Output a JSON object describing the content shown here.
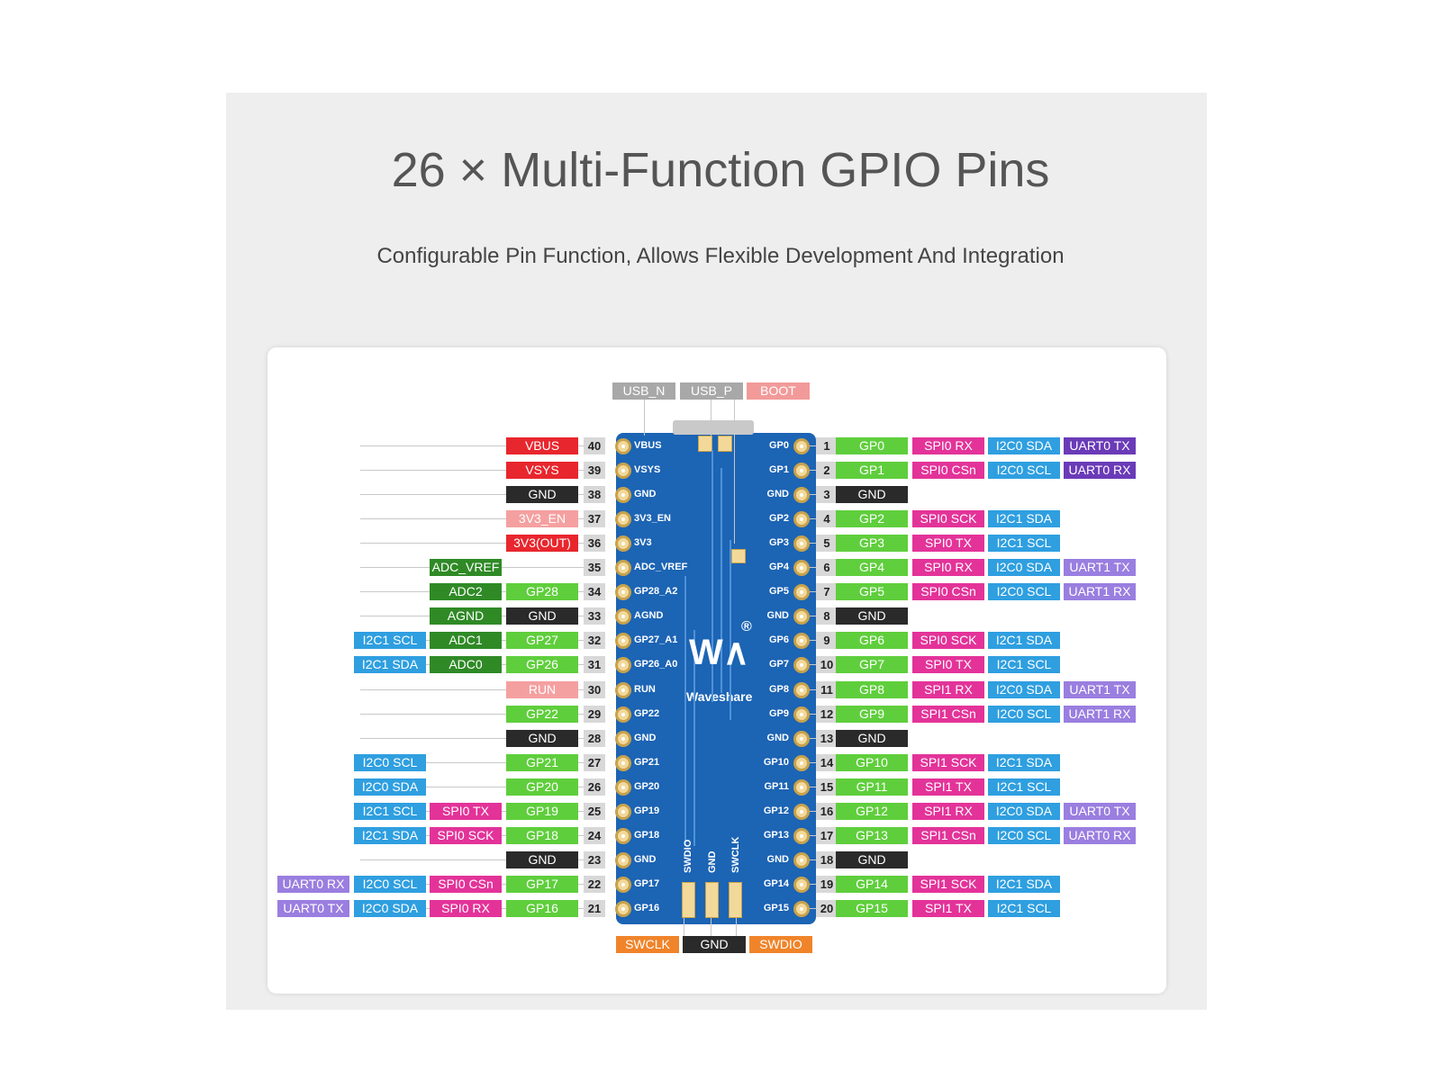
{
  "title": "26 × Multi-Function GPIO Pins",
  "subtitle": "Configurable Pin Function, Allows Flexible Development And Integration",
  "colors": {
    "power": "#e8262d",
    "power_light": "#f5a0a0",
    "gnd": "#2a2a2a",
    "gpio": "#5fce3c",
    "adc": "#2f8a26",
    "spi": "#e33399",
    "i2c": "#2f9fe0",
    "uart": "#9a7ee0",
    "uart_dark": "#6a3bb8",
    "swd": "#f0842a",
    "usb": "#a8a8a8",
    "boot": "#f29a9a"
  },
  "top_labels": [
    {
      "text": "USB_N",
      "color": "usb"
    },
    {
      "text": "USB_P",
      "color": "usb"
    },
    {
      "text": "BOOT",
      "color": "boot"
    }
  ],
  "bottom_labels": [
    {
      "text": "SWCLK",
      "color": "swd"
    },
    {
      "text": "GND",
      "color": "gnd"
    },
    {
      "text": "SWDIO",
      "color": "swd"
    }
  ],
  "left_pins": [
    {
      "num": "40",
      "silk": "VBUS",
      "labels": [
        {
          "text": "VBUS",
          "color": "power",
          "col": 0
        }
      ]
    },
    {
      "num": "39",
      "silk": "VSYS",
      "labels": [
        {
          "text": "VSYS",
          "color": "power",
          "col": 0
        }
      ]
    },
    {
      "num": "38",
      "silk": "GND",
      "labels": [
        {
          "text": "GND",
          "color": "gnd",
          "col": 0
        }
      ]
    },
    {
      "num": "37",
      "silk": "3V3_EN",
      "labels": [
        {
          "text": "3V3_EN",
          "color": "power_light",
          "col": 0
        }
      ]
    },
    {
      "num": "36",
      "silk": "3V3",
      "labels": [
        {
          "text": "3V3(OUT)",
          "color": "power",
          "col": 0
        }
      ]
    },
    {
      "num": "35",
      "silk": "ADC_VREF",
      "labels": [
        {
          "text": "ADC_VREF",
          "color": "adc",
          "col": 1
        }
      ]
    },
    {
      "num": "34",
      "silk": "GP28_A2",
      "labels": [
        {
          "text": "GP28",
          "color": "gpio",
          "col": 0
        },
        {
          "text": "ADC2",
          "color": "adc",
          "col": 1
        }
      ]
    },
    {
      "num": "33",
      "silk": "AGND",
      "labels": [
        {
          "text": "GND",
          "color": "gnd",
          "col": 0
        },
        {
          "text": "AGND",
          "color": "adc",
          "col": 1
        }
      ]
    },
    {
      "num": "32",
      "silk": "GP27_A1",
      "labels": [
        {
          "text": "GP27",
          "color": "gpio",
          "col": 0
        },
        {
          "text": "ADC1",
          "color": "adc",
          "col": 1
        },
        {
          "text": "I2C1 SCL",
          "color": "i2c",
          "col": 2
        }
      ]
    },
    {
      "num": "31",
      "silk": "GP26_A0",
      "labels": [
        {
          "text": "GP26",
          "color": "gpio",
          "col": 0
        },
        {
          "text": "ADC0",
          "color": "adc",
          "col": 1
        },
        {
          "text": "I2C1 SDA",
          "color": "i2c",
          "col": 2
        }
      ]
    },
    {
      "num": "30",
      "silk": "RUN",
      "labels": [
        {
          "text": "RUN",
          "color": "power_light",
          "col": 0
        }
      ]
    },
    {
      "num": "29",
      "silk": "GP22",
      "labels": [
        {
          "text": "GP22",
          "color": "gpio",
          "col": 0
        }
      ]
    },
    {
      "num": "28",
      "silk": "GND",
      "labels": [
        {
          "text": "GND",
          "color": "gnd",
          "col": 0
        }
      ]
    },
    {
      "num": "27",
      "silk": "GP21",
      "labels": [
        {
          "text": "GP21",
          "color": "gpio",
          "col": 0
        },
        {
          "text": "I2C0 SCL",
          "color": "i2c",
          "col": 2
        }
      ]
    },
    {
      "num": "26",
      "silk": "GP20",
      "labels": [
        {
          "text": "GP20",
          "color": "gpio",
          "col": 0
        },
        {
          "text": "I2C0 SDA",
          "color": "i2c",
          "col": 2
        }
      ]
    },
    {
      "num": "25",
      "silk": "GP19",
      "labels": [
        {
          "text": "GP19",
          "color": "gpio",
          "col": 0
        },
        {
          "text": "SPI0 TX",
          "color": "spi",
          "col": 1
        },
        {
          "text": "I2C1 SCL",
          "color": "i2c",
          "col": 2
        }
      ]
    },
    {
      "num": "24",
      "silk": "GP18",
      "labels": [
        {
          "text": "GP18",
          "color": "gpio",
          "col": 0
        },
        {
          "text": "SPI0 SCK",
          "color": "spi",
          "col": 1
        },
        {
          "text": "I2C1 SDA",
          "color": "i2c",
          "col": 2
        }
      ]
    },
    {
      "num": "23",
      "silk": "GND",
      "labels": [
        {
          "text": "GND",
          "color": "gnd",
          "col": 0
        }
      ]
    },
    {
      "num": "22",
      "silk": "GP17",
      "labels": [
        {
          "text": "GP17",
          "color": "gpio",
          "col": 0
        },
        {
          "text": "SPI0 CSn",
          "color": "spi",
          "col": 1
        },
        {
          "text": "I2C0 SCL",
          "color": "i2c",
          "col": 2
        },
        {
          "text": "UART0 RX",
          "color": "uart",
          "col": 3
        }
      ]
    },
    {
      "num": "21",
      "silk": "GP16",
      "labels": [
        {
          "text": "GP16",
          "color": "gpio",
          "col": 0
        },
        {
          "text": "SPI0 RX",
          "color": "spi",
          "col": 1
        },
        {
          "text": "I2C0 SDA",
          "color": "i2c",
          "col": 2
        },
        {
          "text": "UART0 TX",
          "color": "uart",
          "col": 3
        }
      ]
    }
  ],
  "right_pins": [
    {
      "num": "1",
      "silk": "GP0",
      "labels": [
        {
          "text": "GP0",
          "color": "gpio"
        },
        {
          "text": "SPI0 RX",
          "color": "spi"
        },
        {
          "text": "I2C0 SDA",
          "color": "i2c"
        },
        {
          "text": "UART0 TX",
          "color": "uart_dark"
        }
      ]
    },
    {
      "num": "2",
      "silk": "GP1",
      "labels": [
        {
          "text": "GP1",
          "color": "gpio"
        },
        {
          "text": "SPI0 CSn",
          "color": "spi"
        },
        {
          "text": "I2C0 SCL",
          "color": "i2c"
        },
        {
          "text": "UART0 RX",
          "color": "uart_dark"
        }
      ]
    },
    {
      "num": "3",
      "silk": "GND",
      "labels": [
        {
          "text": "GND",
          "color": "gnd"
        }
      ]
    },
    {
      "num": "4",
      "silk": "GP2",
      "labels": [
        {
          "text": "GP2",
          "color": "gpio"
        },
        {
          "text": "SPI0 SCK",
          "color": "spi"
        },
        {
          "text": "I2C1 SDA",
          "color": "i2c"
        }
      ]
    },
    {
      "num": "5",
      "silk": "GP3",
      "labels": [
        {
          "text": "GP3",
          "color": "gpio"
        },
        {
          "text": "SPI0 TX",
          "color": "spi"
        },
        {
          "text": "I2C1 SCL",
          "color": "i2c"
        }
      ]
    },
    {
      "num": "6",
      "silk": "GP4",
      "labels": [
        {
          "text": "GP4",
          "color": "gpio"
        },
        {
          "text": "SPI0 RX",
          "color": "spi"
        },
        {
          "text": "I2C0 SDA",
          "color": "i2c"
        },
        {
          "text": "UART1 TX",
          "color": "uart"
        }
      ]
    },
    {
      "num": "7",
      "silk": "GP5",
      "labels": [
        {
          "text": "GP5",
          "color": "gpio"
        },
        {
          "text": "SPI0 CSn",
          "color": "spi"
        },
        {
          "text": "I2C0 SCL",
          "color": "i2c"
        },
        {
          "text": "UART1 RX",
          "color": "uart"
        }
      ]
    },
    {
      "num": "8",
      "silk": "GND",
      "labels": [
        {
          "text": "GND",
          "color": "gnd"
        }
      ]
    },
    {
      "num": "9",
      "silk": "GP6",
      "labels": [
        {
          "text": "GP6",
          "color": "gpio"
        },
        {
          "text": "SPI0 SCK",
          "color": "spi"
        },
        {
          "text": "I2C1 SDA",
          "color": "i2c"
        }
      ]
    },
    {
      "num": "10",
      "silk": "GP7",
      "labels": [
        {
          "text": "GP7",
          "color": "gpio"
        },
        {
          "text": "SPI0 TX",
          "color": "spi"
        },
        {
          "text": "I2C1 SCL",
          "color": "i2c"
        }
      ]
    },
    {
      "num": "11",
      "silk": "GP8",
      "labels": [
        {
          "text": "GP8",
          "color": "gpio"
        },
        {
          "text": "SPI1 RX",
          "color": "spi"
        },
        {
          "text": "I2C0 SDA",
          "color": "i2c"
        },
        {
          "text": "UART1 TX",
          "color": "uart"
        }
      ]
    },
    {
      "num": "12",
      "silk": "GP9",
      "labels": [
        {
          "text": "GP9",
          "color": "gpio"
        },
        {
          "text": "SPI1 CSn",
          "color": "spi"
        },
        {
          "text": "I2C0 SCL",
          "color": "i2c"
        },
        {
          "text": "UART1 RX",
          "color": "uart"
        }
      ]
    },
    {
      "num": "13",
      "silk": "GND",
      "labels": [
        {
          "text": "GND",
          "color": "gnd"
        }
      ]
    },
    {
      "num": "14",
      "silk": "GP10",
      "labels": [
        {
          "text": "GP10",
          "color": "gpio"
        },
        {
          "text": "SPI1 SCK",
          "color": "spi"
        },
        {
          "text": "I2C1 SDA",
          "color": "i2c"
        }
      ]
    },
    {
      "num": "15",
      "silk": "GP11",
      "labels": [
        {
          "text": "GP11",
          "color": "gpio"
        },
        {
          "text": "SPI1 TX",
          "color": "spi"
        },
        {
          "text": "I2C1 SCL",
          "color": "i2c"
        }
      ]
    },
    {
      "num": "16",
      "silk": "GP12",
      "labels": [
        {
          "text": "GP12",
          "color": "gpio"
        },
        {
          "text": "SPI1 RX",
          "color": "spi"
        },
        {
          "text": "I2C0 SDA",
          "color": "i2c"
        },
        {
          "text": "UART0 TX",
          "color": "uart"
        }
      ]
    },
    {
      "num": "17",
      "silk": "GP13",
      "labels": [
        {
          "text": "GP13",
          "color": "gpio"
        },
        {
          "text": "SPI1 CSn",
          "color": "spi"
        },
        {
          "text": "I2C0 SCL",
          "color": "i2c"
        },
        {
          "text": "UART0 RX",
          "color": "uart"
        }
      ]
    },
    {
      "num": "18",
      "silk": "GND",
      "labels": [
        {
          "text": "GND",
          "color": "gnd"
        }
      ]
    },
    {
      "num": "19",
      "silk": "GP14",
      "labels": [
        {
          "text": "GP14",
          "color": "gpio"
        },
        {
          "text": "SPI1 SCK",
          "color": "spi"
        },
        {
          "text": "I2C1 SDA",
          "color": "i2c"
        }
      ]
    },
    {
      "num": "20",
      "silk": "GP15",
      "labels": [
        {
          "text": "GP15",
          "color": "gpio"
        },
        {
          "text": "SPI1 TX",
          "color": "spi"
        },
        {
          "text": "I2C1 SCL",
          "color": "i2c"
        }
      ]
    }
  ],
  "board": {
    "brand": "Waveshare",
    "debug_silk": [
      "SWDIO",
      "GND",
      "SWCLK"
    ]
  }
}
